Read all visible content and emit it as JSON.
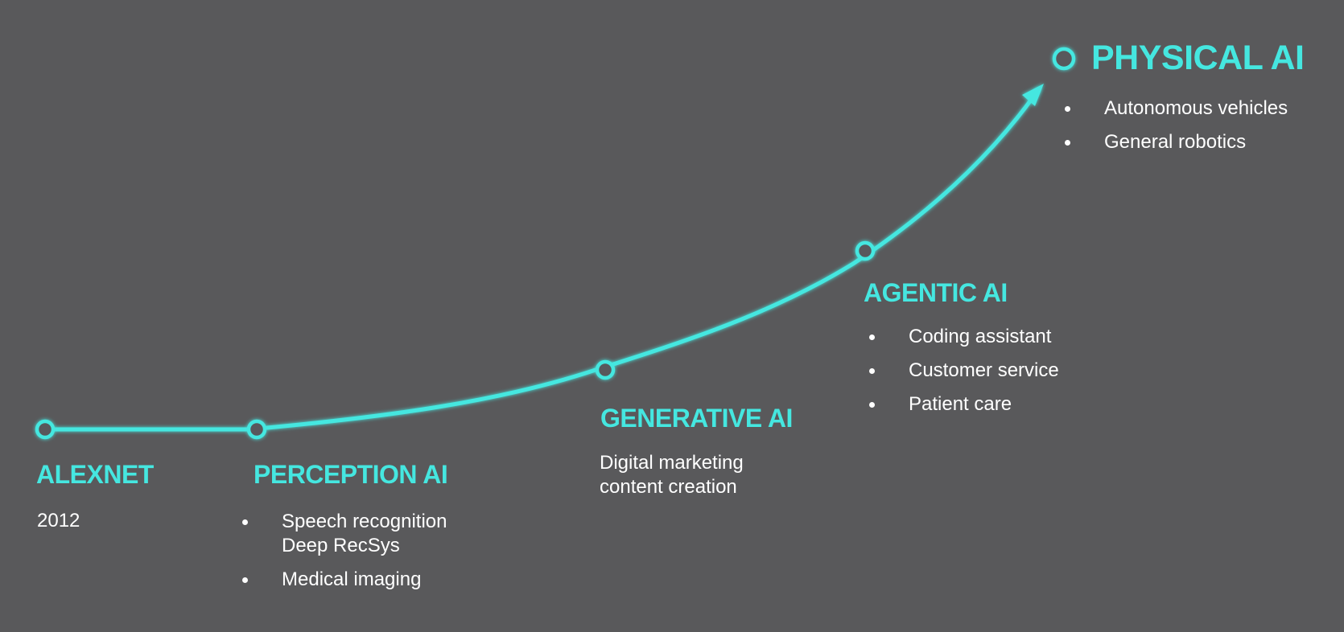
{
  "colors": {
    "background": "#59595b",
    "accent": "#45e7e0",
    "text": "#ffffff"
  },
  "milestones": {
    "alexnet": {
      "title": "ALEXNET",
      "year": "2012"
    },
    "perception": {
      "title": "PERCEPTION AI",
      "items": [
        [
          "Speech recognition",
          "Deep RecSys"
        ],
        [
          "Medical imaging"
        ]
      ]
    },
    "generative": {
      "title": "GENERATIVE AI",
      "description": [
        "Digital marketing",
        "content creation"
      ]
    },
    "agentic": {
      "title": "AGENTIC AI",
      "items": [
        "Coding assistant",
        "Customer service",
        "Patient care"
      ]
    },
    "physical": {
      "title": "PHYSICAL AI",
      "items": [
        "Autonomous vehicles",
        "General robotics"
      ]
    }
  }
}
